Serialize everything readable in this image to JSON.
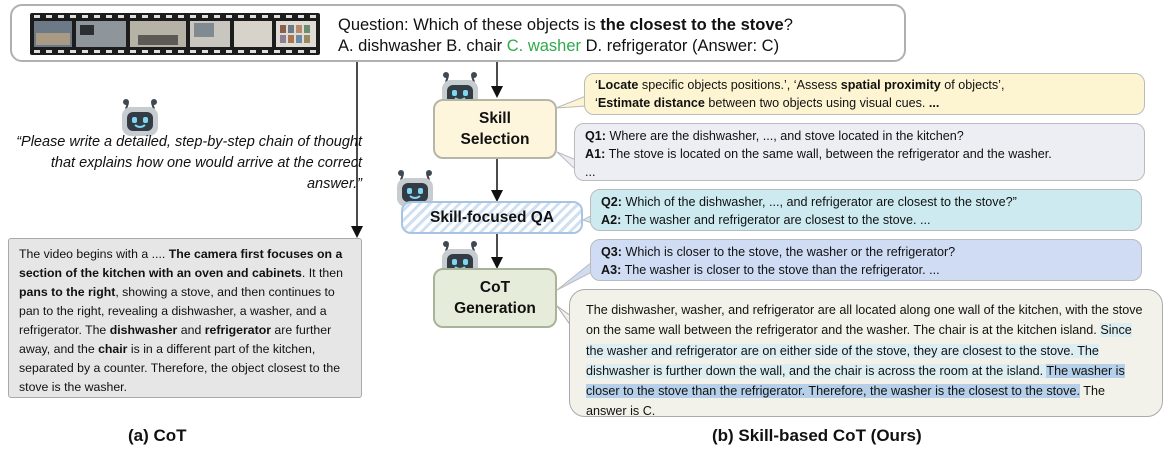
{
  "question": {
    "prefix": "Question: Which of these objects is ",
    "bold": "the closest to the stove",
    "suffix": "?",
    "options_a_b": "A. dishwasher B. chair ",
    "option_c": "C. washer",
    "options_d": " D. refrigerator  (Answer: C)"
  },
  "left": {
    "prompt": "“Please write a detailed, step-by-step chain of thought that explains how one would arrive at the correct answer.”",
    "cot": {
      "t1": "The video begins with a .... ",
      "b1": "The camera first focuses on a section of the kitchen with an oven and cabinets",
      "t2": ". It then ",
      "b2": "pans to the right",
      "t3": ", showing a stove, and then continues to pan to the right, revealing a dishwasher, a washer, and a refrigerator. The ",
      "b3": "dishwasher",
      "t4": " and ",
      "b4": "refrigerator",
      "t5": " are further away, and the ",
      "b5": "chair",
      "t6": " is in a different part of the kitchen, separated by a counter. Therefore, the object closest to the stove is the washer."
    },
    "caption": "(a) CoT"
  },
  "stages": {
    "skill_selection": "Skill Selection",
    "skill_focused_qa": "Skill-focused QA",
    "cot_generation": "CoT Generation"
  },
  "skills": {
    "s1_bold": "Locate",
    "s1_rest": " specific objects positions.’, ‘Assess ",
    "s2_bold": "spatial proximity",
    "s2_rest": " of objects’,",
    "s3_bold": "Estimate distance",
    "s3_rest": " between two objects using visual cues. ",
    "ellipsis": "...",
    "open_quote": "‘",
    "open_quote2": "‘"
  },
  "qa": {
    "q1_label": "Q1:",
    "q1": " Where are the dishwasher, ..., and stove located in the kitchen?",
    "a1_label": "A1:",
    "a1": " The stove is located on the same wall, between the refrigerator and the washer.",
    "a1_more": "...",
    "q2_label": "Q2:",
    "q2": " Which of the dishwasher, ..., and refrigerator are closest to the stove?”",
    "a2_label": "A2:",
    "a2": " The washer and refrigerator are closest to the stove.  ...",
    "q3_label": "Q3:",
    "q3": " Which is closer to the stove, the washer or the refrigerator?",
    "a3_label": "A3:",
    "a3": " The washer is closer to the stove than the refrigerator.  ..."
  },
  "final_cot": {
    "p1": "The dishwasher, washer, and refrigerator are all located along one wall of the kitchen, with the stove on the same wall between the refrigerator and the washer. The chair is at the kitchen island. ",
    "p2": "Since the washer and refrigerator are on either side of the stove, they are closest to the stove. The dishwasher is further down the wall, and the chair is across the room at the island. ",
    "p3": "The washer is closer to the stove than the refrigerator. Therefore, the washer is the closest to the stove.",
    "p4": " The answer is C."
  },
  "right_caption": "(b) Skill-based CoT (Ours)",
  "colors": {
    "answer_green": "#2faa4a",
    "skill_selection_bg": "#fdf5dc",
    "cot_generation_bg": "#e6ecda",
    "qa2_bg": "#cdeaf0",
    "qa3_bg": "#cfdcf3"
  },
  "icons": {
    "robot": "robot-icon",
    "filmstrip": "video-filmstrip-icon"
  }
}
